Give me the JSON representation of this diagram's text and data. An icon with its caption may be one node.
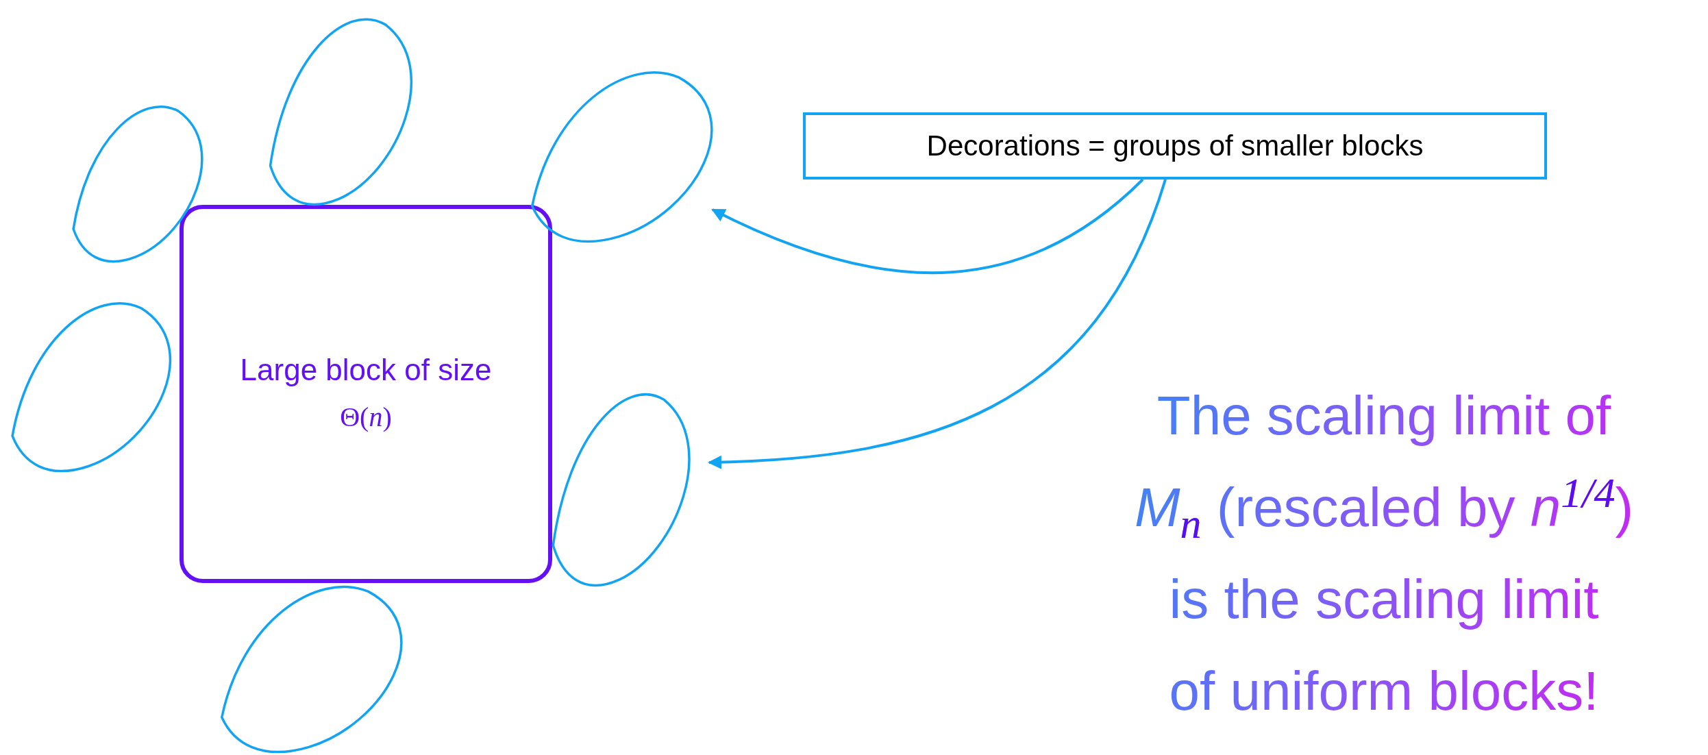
{
  "diagram": {
    "nodes": [
      {
        "text": [
          "Large block of size",
          "Θ(*n*)"
        ]
      },
      {
        "text": [],
        "shape": "loop"
      },
      {
        "text": [],
        "shape": "loop"
      },
      {
        "text": [],
        "shape": "loop"
      },
      {
        "text": [],
        "shape": "loop"
      },
      {
        "text": [],
        "shape": "loop"
      },
      {
        "text": [],
        "shape": "loop"
      },
      {
        "text": [
          "Decorations = groups of smaller blocks"
        ]
      }
    ],
    "edges": [
      {
        "from": 7,
        "to": 2,
        "arrow": "to"
      },
      {
        "from": 7,
        "to": 5,
        "arrow": "to"
      }
    ],
    "labels": [
      "The scaling limit of *M*$_{n}$ (rescaled by *n*$^{1/4}$) is the scaling limit of uniform blocks!"
    ]
  }
}
